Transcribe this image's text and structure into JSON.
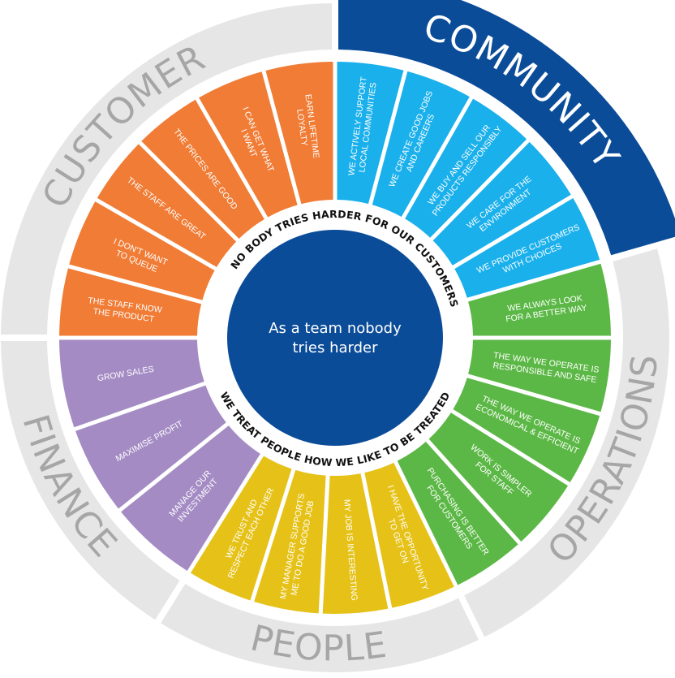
{
  "center": {
    "lines": [
      "As a team nobody",
      "tries harder"
    ],
    "color": "#0b4c99"
  },
  "ring": {
    "top": "NO BODY TRIES HARDER FOR OUR CUSTOMERS",
    "bottom": "WE TREAT PEOPLE HOW WE LIKE TO BE TREATED"
  },
  "sectors": [
    {
      "name": "CUSTOMER",
      "color": "#f07c35",
      "outer_bg": "#e6e6e6",
      "outer_text": "#a6a6a6",
      "items": [
        [
          "THE STAFF KNOW",
          "THE PRODUCT"
        ],
        [
          "I DON'T WANT",
          "TO QUEUE"
        ],
        [
          "THE STAFF ARE GREAT"
        ],
        [
          "THE PRICES ARE GOOD"
        ],
        [
          "I CAN GET WHAT",
          "I WANT"
        ],
        [
          "EARN LIFETIME",
          "LOYALTY"
        ]
      ]
    },
    {
      "name": "COMMUNITY",
      "color": "#1ab0ec",
      "outer_bg": "#0b4c99",
      "outer_text": "#ffffff",
      "items": [
        [
          "WE ACTIVELY SUPPORT",
          "LOCAL COMMUNITIES"
        ],
        [
          "WE CREATE GOOD JOBS",
          "AND CAREERS"
        ],
        [
          "WE BUY AND SELL OUR",
          "PRODUCTS RESPONSIBLY"
        ],
        [
          "WE CARE FOR THE",
          "ENVIRONMENT"
        ],
        [
          "WE PROVIDE CUSTOMERS",
          "WITH CHOICES"
        ]
      ]
    },
    {
      "name": "OPERATIONS",
      "color": "#5cb846",
      "outer_bg": "#e6e6e6",
      "outer_text": "#a6a6a6",
      "items": [
        [
          "WE ALWAYS LOOK",
          "FOR A BETTER WAY"
        ],
        [
          "THE WAY WE OPERATE IS",
          "RESPONSIBLE AND SAFE"
        ],
        [
          "THE WAY WE OPERATE IS",
          "ECONOMICAL & EFFICIENT"
        ],
        [
          "WORK IS SIMPLER",
          "FOR STAFF"
        ],
        [
          "PURCHASING IS BETTER",
          "FOR CUSTOMERS"
        ]
      ]
    },
    {
      "name": "PEOPLE",
      "color": "#e6c218",
      "outer_bg": "#e6e6e6",
      "outer_text": "#a6a6a6",
      "items": [
        [
          "I HAVE THE OPPORTUNITY",
          "TO GET ON"
        ],
        [
          "MY JOB IS INTERESTING"
        ],
        [
          "MY MANAGER SUPPORTS",
          "ME TO DO A GOOD JOB"
        ],
        [
          "WE TRUST AND",
          "RESPECT EACH OTHER"
        ]
      ]
    },
    {
      "name": "FINANCE",
      "color": "#a48bc4",
      "outer_bg": "#e6e6e6",
      "outer_text": "#a6a6a6",
      "items": [
        [
          "MANAGE OUR",
          "INVESTMENT"
        ],
        [
          "MAXIMISE PROFIT"
        ],
        [
          "GROW SALES"
        ]
      ]
    }
  ]
}
